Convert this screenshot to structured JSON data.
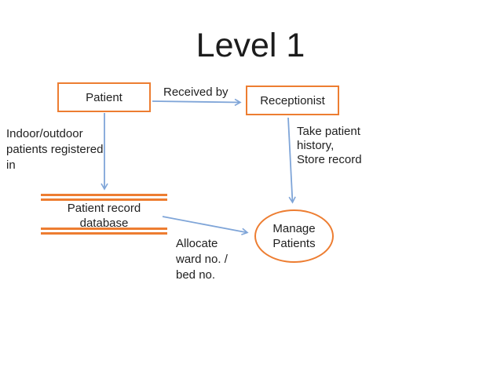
{
  "title": "Level 1",
  "colors": {
    "shape_outline": "#ED7D31",
    "connector": "#7FA5D8",
    "text": "#212121",
    "background": "#FFFFFF"
  },
  "diagram": {
    "entities": {
      "patient": {
        "label": "Patient"
      },
      "receptionist": {
        "label": "Receptionist"
      }
    },
    "data_store": {
      "label_lines": [
        "Patient record",
        "database"
      ]
    },
    "process": {
      "label_lines": [
        "Manage",
        "Patients"
      ]
    },
    "flow_labels": {
      "received_by": "Received by",
      "indoor_outdoor_lines": [
        "Indoor/outdoor",
        "patients registered",
        "in"
      ],
      "take_patient_lines": [
        "Take patient",
        "history,",
        "Store record"
      ],
      "allocate_lines": [
        "Allocate",
        "ward no. /",
        "bed no."
      ]
    },
    "connections": [
      {
        "from": "Patient",
        "to": "Receptionist",
        "label": "Received by"
      },
      {
        "from": "Patient",
        "to": "Patient record database",
        "label": "Indoor/outdoor patients registered in"
      },
      {
        "from": "Receptionist",
        "to": "Manage Patients",
        "label": "Take patient history, Store record"
      },
      {
        "from": "Patient record database",
        "to": "Manage Patients",
        "label": "Allocate ward no. / bed no."
      }
    ]
  }
}
